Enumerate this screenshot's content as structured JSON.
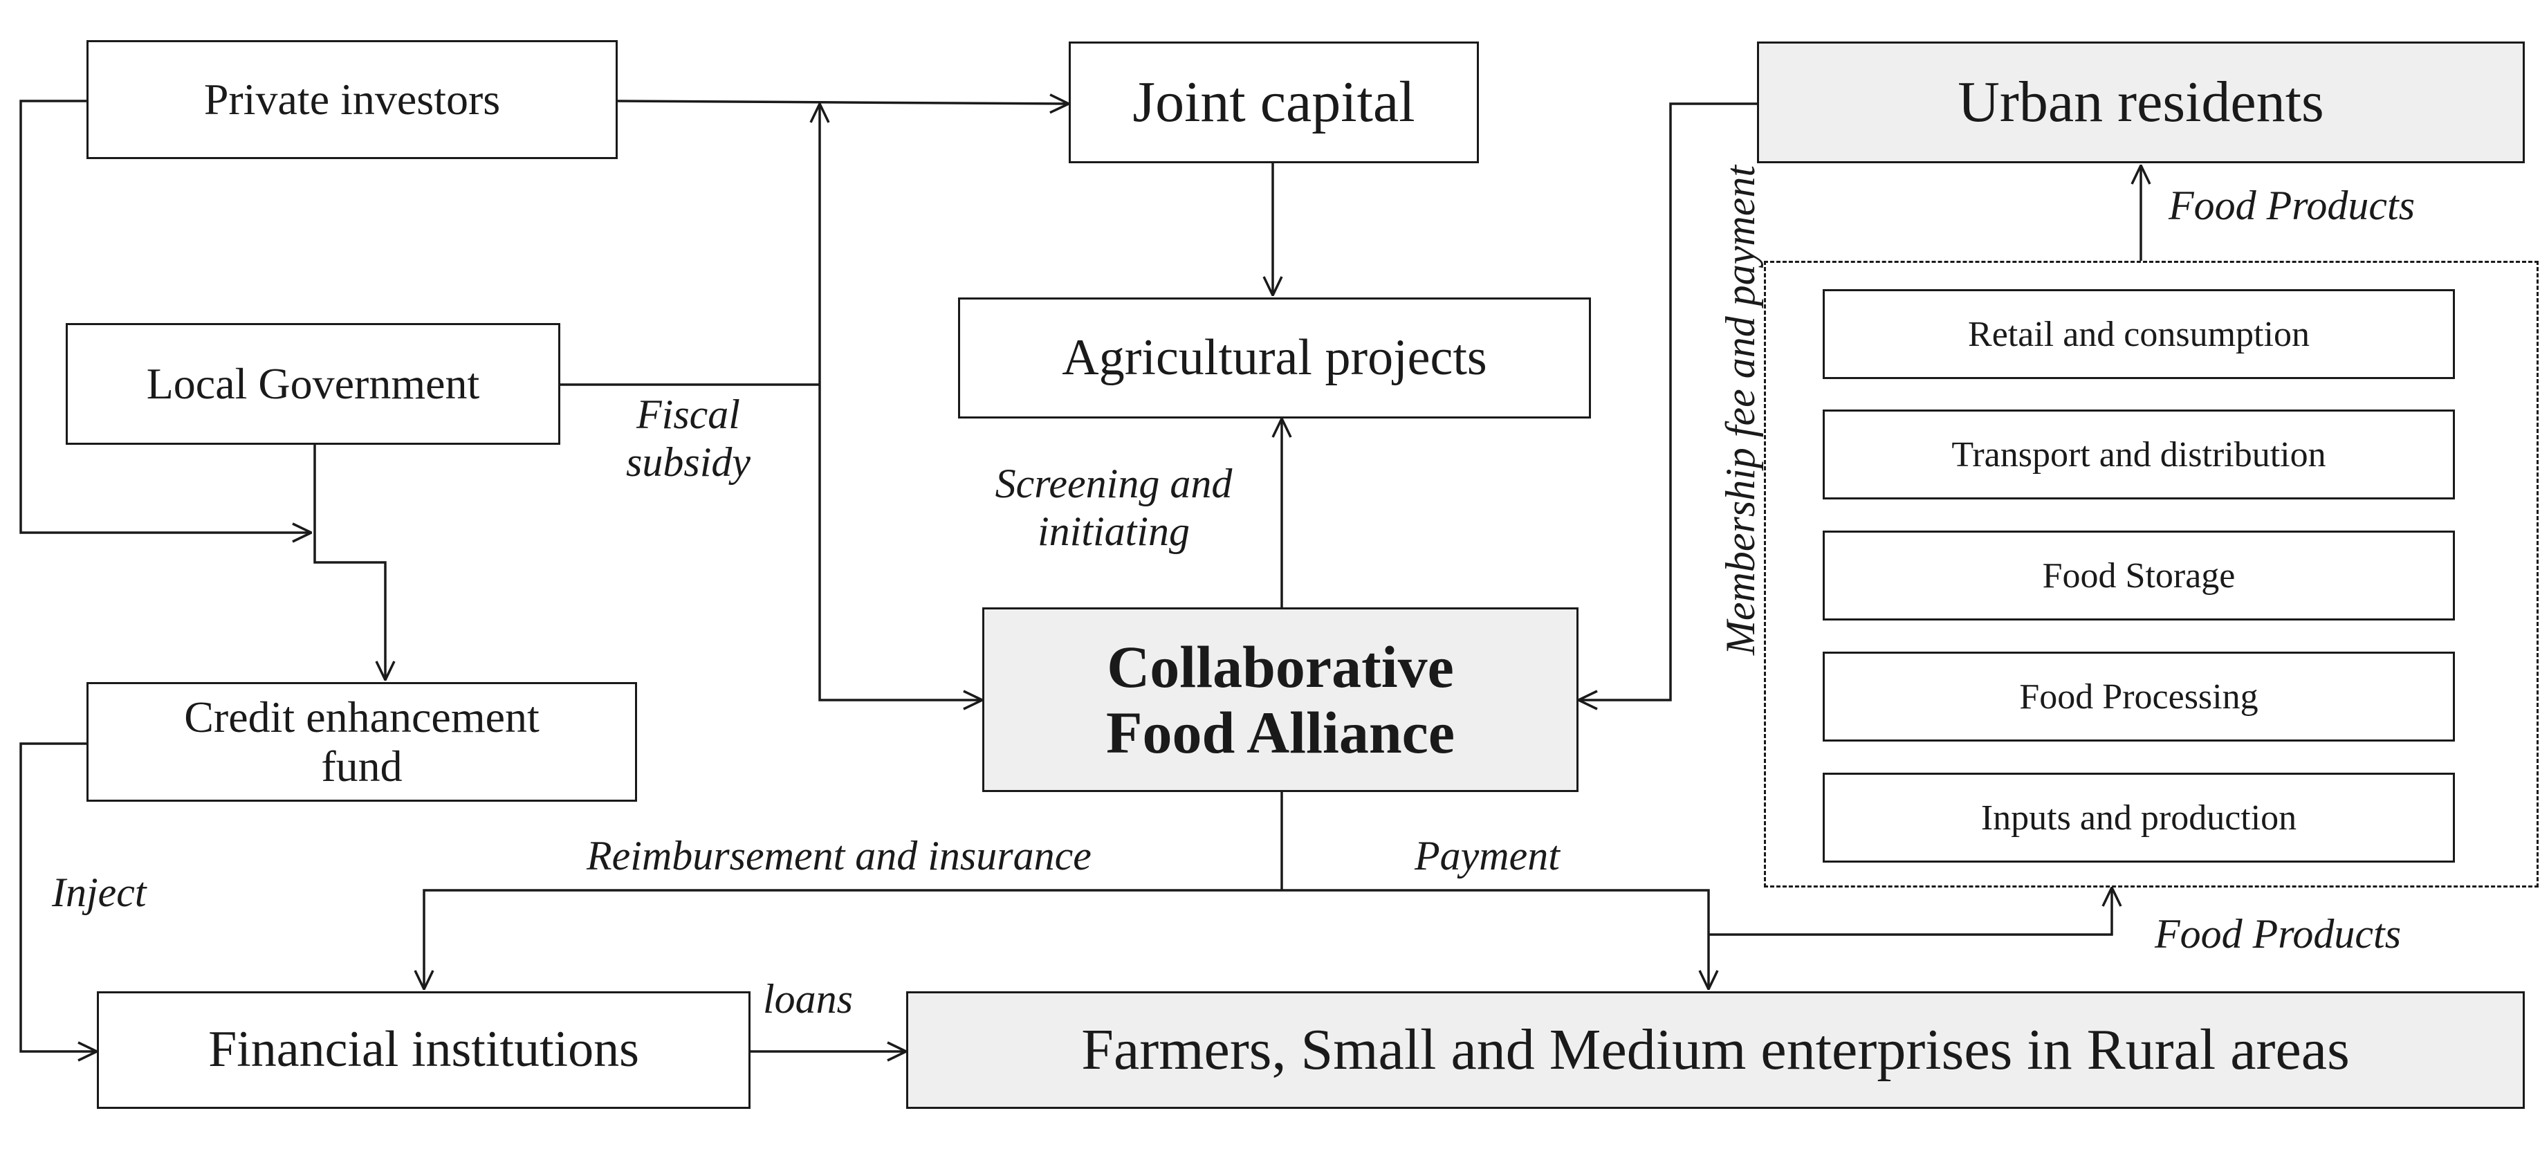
{
  "nodes": {
    "private_investors": "Private investors",
    "joint_capital": "Joint capital",
    "urban_residents": "Urban residents",
    "local_government": "Local Government",
    "agricultural_projects": "Agricultural projects",
    "credit_fund_line1": "Credit enhancement",
    "credit_fund_line2": "fund",
    "alliance_line1": "Collaborative",
    "alliance_line2": "Food Alliance",
    "financial_institutions": "Financial institutions",
    "farmers_smes": "Farmers, Small and Medium enterprises in Rural areas"
  },
  "supply_chain": [
    "Retail and consumption",
    "Transport and distribution",
    "Food Storage",
    "Food Processing",
    "Inputs and production"
  ],
  "edge_labels": {
    "fiscal_line1": "Fiscal",
    "fiscal_line2": "subsidy",
    "screening_line1": "Screening and",
    "screening_line2": "initiating",
    "membership": "Membership fee and payment",
    "food_products_top": "Food Products",
    "food_products_bottom": "Food Products",
    "reimbursement": "Reimbursement and insurance",
    "payment": "Payment",
    "inject": "Inject",
    "loans": "loans"
  },
  "colors": {
    "line": "#1a1a1a",
    "shaded_box": "#efefef"
  }
}
